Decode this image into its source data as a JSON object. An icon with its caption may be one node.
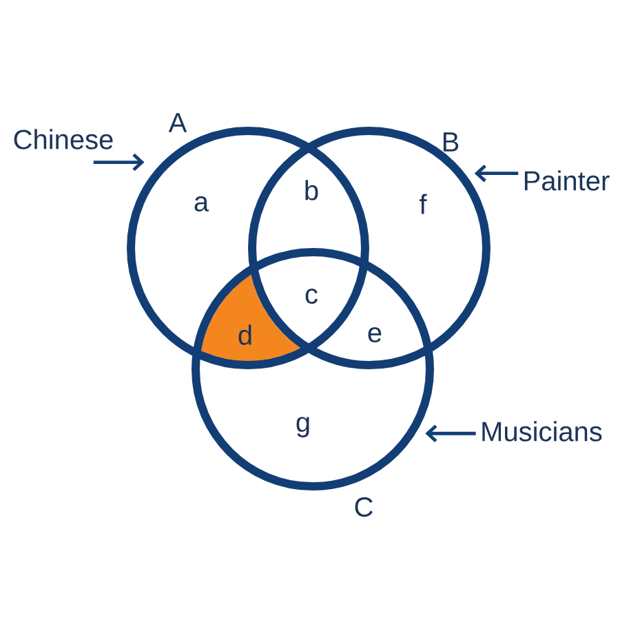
{
  "diagram": {
    "nodes": [
      {
        "text": [
          "A"
        ]
      },
      {
        "text": [
          "B"
        ]
      },
      {
        "text": [
          "C"
        ]
      },
      {
        "text": [
          "d"
        ]
      },
      {
        "text": [
          "Chinese"
        ]
      },
      {
        "text": [
          "Painter"
        ]
      },
      {
        "text": [
          "Musicians"
        ]
      }
    ],
    "edges": [
      {
        "from": 4,
        "to": 0,
        "arrow": "to"
      },
      {
        "from": 5,
        "to": 1,
        "arrow": "to"
      },
      {
        "from": 6,
        "to": 2,
        "arrow": "to"
      }
    ],
    "labels": [
      "a",
      "b",
      "f",
      "c",
      "e",
      "g"
    ]
  }
}
